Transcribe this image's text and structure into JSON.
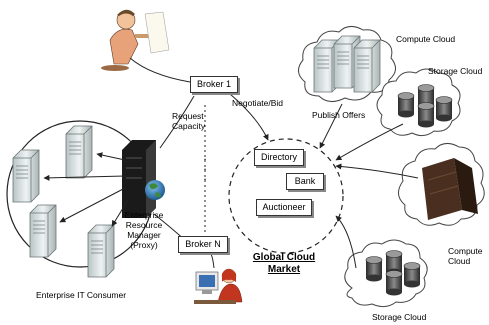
{
  "diagram": {
    "broker_1": "Broker 1",
    "broker_n": "Broker N",
    "request_capacity": "Request\nCapacity",
    "negotiate_bid": "Negotiate/Bid",
    "publish_offers": "Publish Offers",
    "directory": "Directory",
    "bank": "Bank",
    "auctioneer": "Auctioneer",
    "global_cloud_market": "Global Cloud\nMarket",
    "erm": "Enterprise\nResource\nManager\n(Proxy)",
    "enterprise_consumer": "Enterprise IT Consumer",
    "compute_cloud_top": "Compute Cloud",
    "storage_cloud_top": "Storage Cloud",
    "compute_cloud_mid": "Compute\nCloud",
    "storage_cloud_bottom": "Storage Cloud",
    "ellipsis_dots": ".\n.\n."
  },
  "icons": [
    "businessman-icon",
    "server-icon",
    "rack-server-icon",
    "globe-icon",
    "disk-array-icon",
    "datacenter-icon",
    "user-at-computer-icon"
  ],
  "colors": {
    "line": "#222222",
    "server": "#cfd8d8",
    "globe": "#1e6aa8",
    "rack": "#1a1a1a",
    "cloud_edge": "#444444"
  }
}
